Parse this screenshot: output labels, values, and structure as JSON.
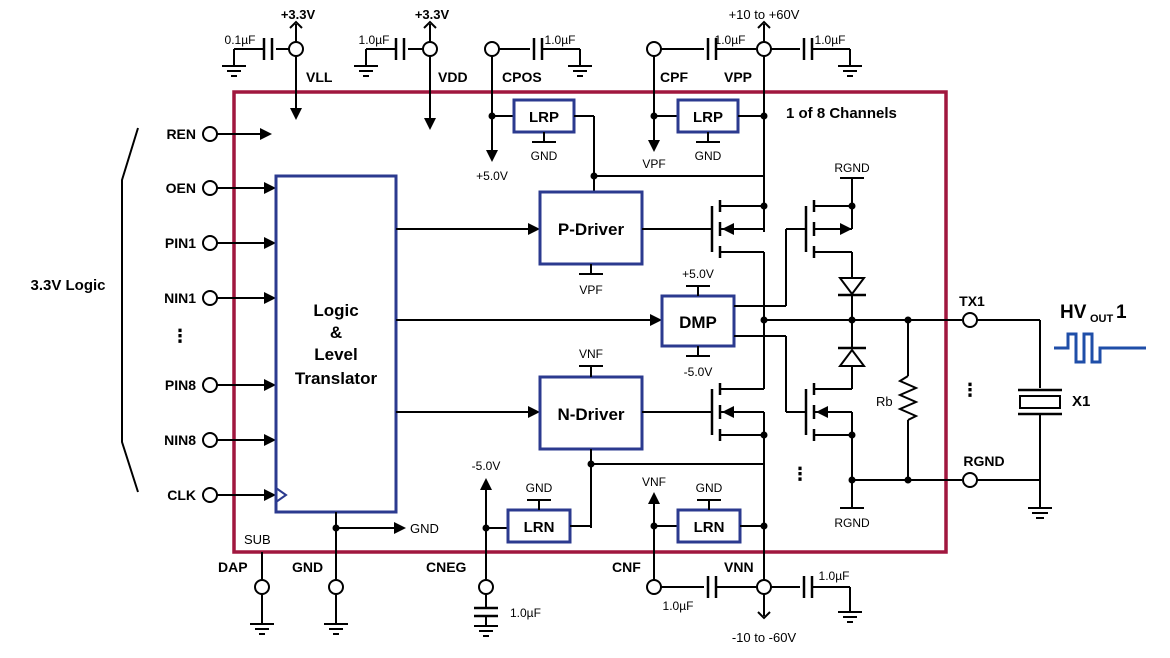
{
  "labels": {
    "vll_supply": "+3.3V",
    "vdd_supply": "+3.3V",
    "vpp_supply": "+10 to +60V",
    "vnn_supply": "-10 to -60V",
    "cap_vll": "0.1µF",
    "cap_vdd": "1.0µF",
    "cap_cpos": "1.0µF",
    "cap_cpf": "1.0µF",
    "cap_vpp": "1.0µF",
    "cap_cneg": "1.0µF",
    "cap_cnf": "1.0µF",
    "cap_vnn": "1.0µF",
    "vll": "VLL",
    "vdd": "VDD",
    "cpos": "CPOS",
    "cpf": "CPF",
    "vpp": "VPP",
    "vnn": "VNN",
    "cnf": "CNF",
    "cneg": "CNEG",
    "dap": "DAP",
    "gnd_pin": "GND",
    "sub": "SUB",
    "channels": "1 of 8 Channels",
    "logic_group": "3.3V Logic",
    "lrp1": "LRP",
    "lrp2": "LRP",
    "lrn1": "LRN",
    "lrn2": "LRN",
    "gnd": "GND",
    "plus5": "+5.0V",
    "minus5": "-5.0V",
    "vpf": "VPF",
    "vnf": "VNF",
    "p_driver": "P-Driver",
    "n_driver": "N-Driver",
    "dmp": "DMP",
    "dmp_top": "+5.0V",
    "dmp_bottom": "-5.0V",
    "logic_line1": "Logic",
    "logic_line2": "&",
    "logic_line3": "Level",
    "logic_line4": "Translator",
    "rgnd": "RGND",
    "tx1": "TX1",
    "rgnd_pin": "RGND",
    "rb": "Rb",
    "x1": "X1",
    "hv_out": "HV",
    "hv_sub": "OUT",
    "hv_num": "1",
    "ellipsis_v": "⋮"
  },
  "pins": [
    "REN",
    "OEN",
    "PIN1",
    "NIN1",
    "PIN8",
    "NIN8",
    "CLK"
  ],
  "colors": {
    "chip_border": "#a0173e",
    "block_border": "#2b3a8f",
    "waveform": "#1f4ea8"
  }
}
